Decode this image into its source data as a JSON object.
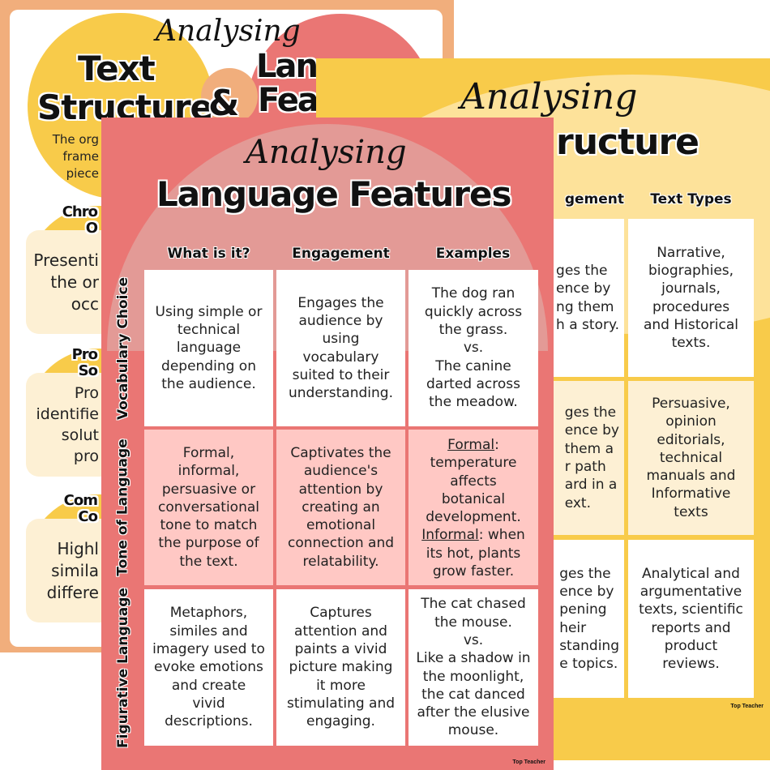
{
  "back_poster": {
    "script_title": "Analysing",
    "left_title_1": "Text",
    "left_title_2": "Structure",
    "ampersand": "&",
    "right_title_1": "Lan",
    "right_title_2": "Fea",
    "intro_lines": [
      "The org",
      "frame",
      "piece"
    ],
    "cards": [
      {
        "title": "Chro\nO",
        "lines": [
          "Presenti",
          "the or",
          "occ"
        ]
      },
      {
        "title": "Pro\nSo",
        "lines": [
          "Pro",
          "identifie",
          "solut",
          "pro"
        ]
      },
      {
        "title": "Com\nCo",
        "lines": [
          "Highl",
          "simila",
          "differe"
        ]
      }
    ],
    "colors": {
      "frame": "#F1AE7C",
      "yellow": "#F8CB4A",
      "coral": "#EA7674",
      "cream": "#FDF0D4"
    }
  },
  "middle_poster": {
    "script_title": "Analysing",
    "title_fragment": "ructure",
    "headers": [
      "gement",
      "Text Types"
    ],
    "engagement_fragments": [
      "ges the\nence by\nng them\nh a story.",
      "ges the\nence by\n them a\nr path\nard in a\next.",
      "ges the\nence by\npening\nheir\nstanding\ne topics."
    ],
    "text_types": [
      "Narrative,\nbiographies,\njournals,\nprocedures\nand Historical\ntexts.",
      "Persuasive,\nopinion\neditorials,\ntechnical\nmanuals and\nInformative\ntexts",
      "Analytical and\nargumentative\ntexts, scientific\nreports and\nproduct\nreviews."
    ],
    "brand": "Top Teacher",
    "colors": {
      "background": "#F8CB4A",
      "arc": "#FDE29A"
    }
  },
  "front_poster": {
    "script_title": "Analysing",
    "title": "Language Features",
    "headers": [
      "What is it?",
      "Engagement",
      "Examples"
    ],
    "rows": [
      {
        "label": "Vocabulary Choice",
        "what": "Using simple or\ntechnical\nlanguage\ndepending on\nthe audience.",
        "engagement": "Engages the\naudience by\nusing\nvocabulary\nsuited to their\nunderstanding.",
        "examples": "The dog ran\nquickly across\nthe grass.\nvs.\nThe canine\ndarted across\nthe meadow."
      },
      {
        "label": "Tone of Language",
        "what": "Formal,\ninformal,\npersuasive or\nconversational\ntone to match\nthe purpose of\nthe text.",
        "engagement": "Captivates the\naudience's\nattention by\ncreating an\nemotional\nconnection and\nrelatability.",
        "examples_formal_label": "Formal",
        "examples_formal": ":\ntemperature\naffects\nbotanical\ndevelopment.",
        "examples_informal_label": "Informal",
        "examples_informal": ": when\nits hot, plants\ngrow faster."
      },
      {
        "label": "Figurative Language",
        "what": "Metaphors,\nsimiles and\nimagery used to\nevoke emotions\nand create\nvivid\ndescriptions.",
        "engagement": "Captures\nattention and\npaints a vivid\npicture making\nit more\nstimulating and\nengaging.",
        "examples": "The cat chased\nthe mouse.\nvs.\nLike a shadow in\nthe moonlight,\nthe cat danced\nafter the elusive\nmouse."
      }
    ],
    "brand": "Top Teacher",
    "colors": {
      "background": "#EA7674",
      "arc": "#E39A96",
      "highlight_row": "#FFC8C4",
      "cell": "#FFFFFF"
    }
  }
}
